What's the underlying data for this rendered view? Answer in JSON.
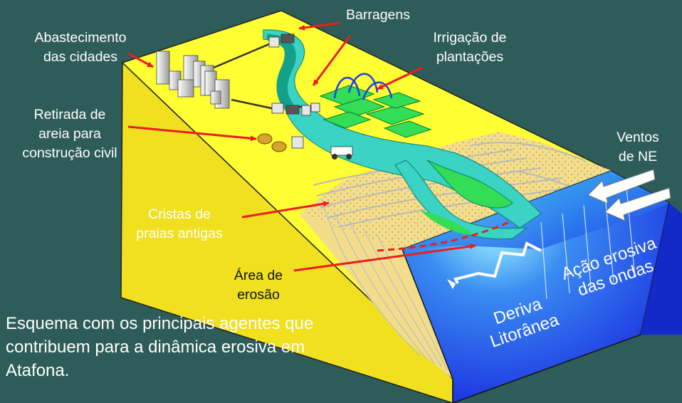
{
  "labels": {
    "barragens": "Barragens",
    "abastecimento": "Abastecimento\ndas cidades",
    "irrigacao": "Irrigação de\nplantações",
    "retirada": "Retirada de\nareia para\nconstrução civil",
    "ventos": "Ventos\nde NE",
    "cristas": "Cristas de\npraias antigas",
    "area_erosao": "Área de\nerosão",
    "deriva": "Deriva\nLitorânea",
    "acao_erosiva": "Ação erosiva\ndas ondas"
  },
  "caption": "Esquema com os principais agentes que\ncontribuem para a dinâmica erosiva em\nAtafona.",
  "colors": {
    "background": "#2e5c59",
    "land_top": "#ffff33",
    "land_side": "#f0e020",
    "sand": "#f3dd8a",
    "river": "#3ad3c4",
    "river_dark": "#14a08a",
    "field": "#33dd55",
    "sea": "#1a35e0",
    "arrow": "#ee1c1c"
  }
}
